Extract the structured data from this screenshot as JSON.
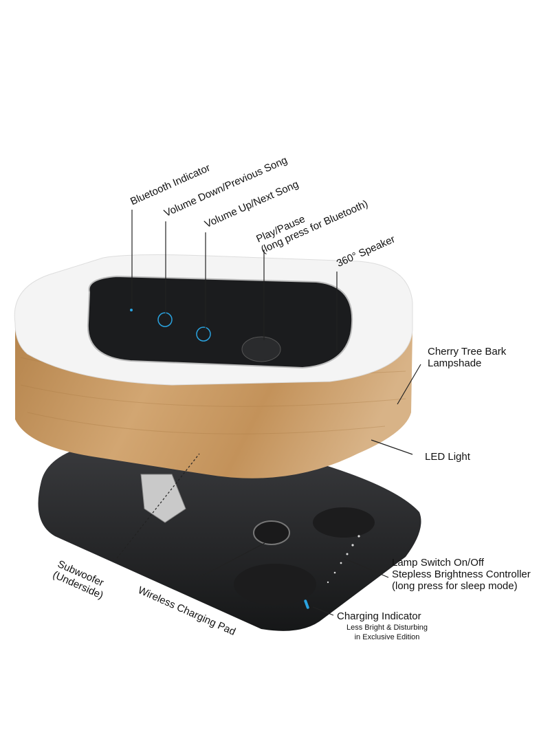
{
  "labels": {
    "bluetooth_indicator": "Bluetooth Indicator",
    "volume_down": "Volume Down/Previous Song",
    "volume_up": "Volume Up/Next Song",
    "play_pause": "Play/Pause",
    "play_pause_note": "(long press for Bluetooth)",
    "speaker": "360° Speaker",
    "lampshade_1": "Cherry Tree Bark",
    "lampshade_2": "Lampshade",
    "led_light": "LED Light",
    "lamp_switch_1": "Lamp Switch On/Off",
    "lamp_switch_2": "Stepless Brightness Controller",
    "lamp_switch_3": "(long press for sleep mode)",
    "charging_indicator": "Charging Indicator",
    "charging_note_1": "Less Bright & Disturbing",
    "charging_note_2": "in Exclusive Edition",
    "subwoofer_1": "Subwoofer",
    "subwoofer_2": "(Underside)",
    "charging_pad": "Wireless Charging Pad"
  },
  "colors": {
    "wood": "#c79a62",
    "top": "#f4f4f4",
    "panel": "#1b1c1e",
    "base": "#232426",
    "indicator": "#2aa3e0"
  }
}
